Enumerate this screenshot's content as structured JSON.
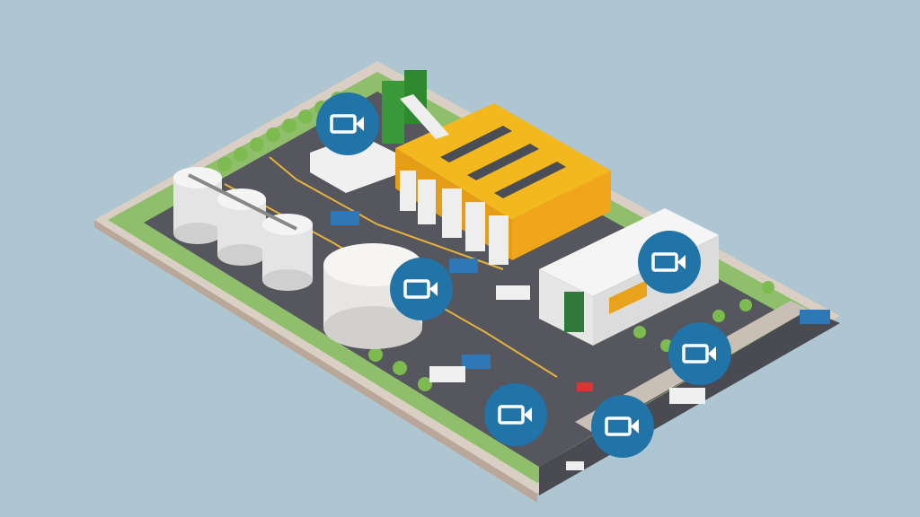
{
  "scene": {
    "subject": "recycling-facility-isometric",
    "background_color": "#aec6d1",
    "accent_color": "#2174a8"
  },
  "cameras": [
    {
      "id": "camera-1",
      "icon": "video-camera-icon"
    },
    {
      "id": "camera-2",
      "icon": "video-camera-icon"
    },
    {
      "id": "camera-3",
      "icon": "video-camera-icon"
    },
    {
      "id": "camera-4",
      "icon": "video-camera-icon"
    },
    {
      "id": "camera-5",
      "icon": "video-camera-icon"
    },
    {
      "id": "camera-6",
      "icon": "video-camera-icon"
    }
  ]
}
